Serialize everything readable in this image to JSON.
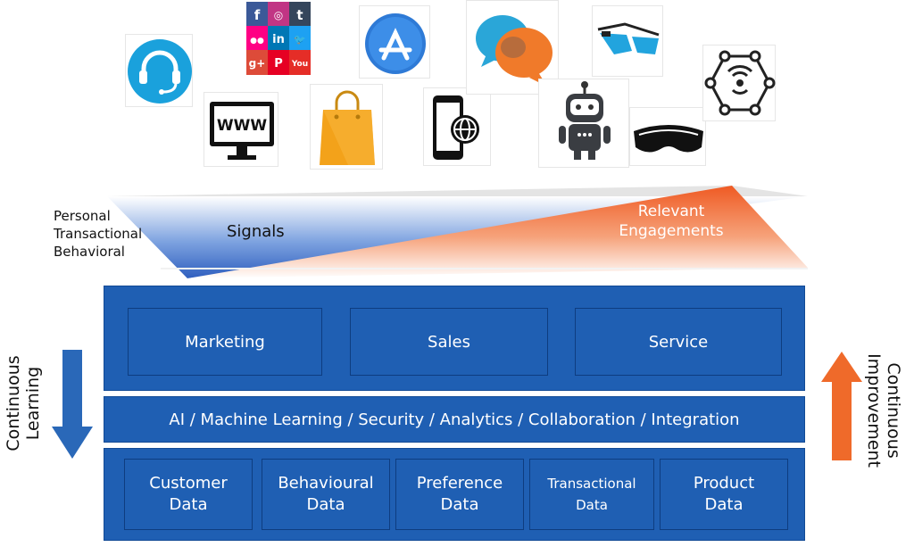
{
  "triangle": {
    "left_labels": [
      "Personal",
      "Transactional",
      "Behavioral"
    ],
    "signals": "Signals",
    "engagements": "Relevant\nEngagements"
  },
  "icons": [
    {
      "name": "headset-icon"
    },
    {
      "name": "social-media-grid-icon"
    },
    {
      "name": "www-monitor-icon"
    },
    {
      "name": "shopping-bag-icon"
    },
    {
      "name": "app-store-icon"
    },
    {
      "name": "mobile-web-icon"
    },
    {
      "name": "chat-bubbles-icon"
    },
    {
      "name": "robot-icon"
    },
    {
      "name": "smart-glasses-icon"
    },
    {
      "name": "vr-headset-icon"
    },
    {
      "name": "iot-hub-icon"
    }
  ],
  "social_letters": [
    "f",
    "◎",
    "t",
    "●●",
    "in",
    "🐦",
    "g+",
    "P",
    "You"
  ],
  "top_layer": {
    "items": [
      "Marketing",
      "Sales",
      "Service"
    ]
  },
  "middle_layer": {
    "text": "AI / Machine Learning / Security / Analytics / Collaboration / Integration"
  },
  "bottom_layer": {
    "items": [
      "Customer\nData",
      "Behavioural\nData",
      "Preference\nData",
      "Transactional\nData",
      "Product\nData"
    ]
  },
  "left_arrow": {
    "label": "Continuous\nLearning",
    "color": "#2a68b8"
  },
  "right_arrow": {
    "label": "Continuous\nImprovement",
    "color": "#ef6a2a"
  },
  "colors": {
    "panel_blue": "#1f5fb3",
    "signal_blue": "#2f67c4",
    "engagement_orange": "#f26a2e"
  }
}
